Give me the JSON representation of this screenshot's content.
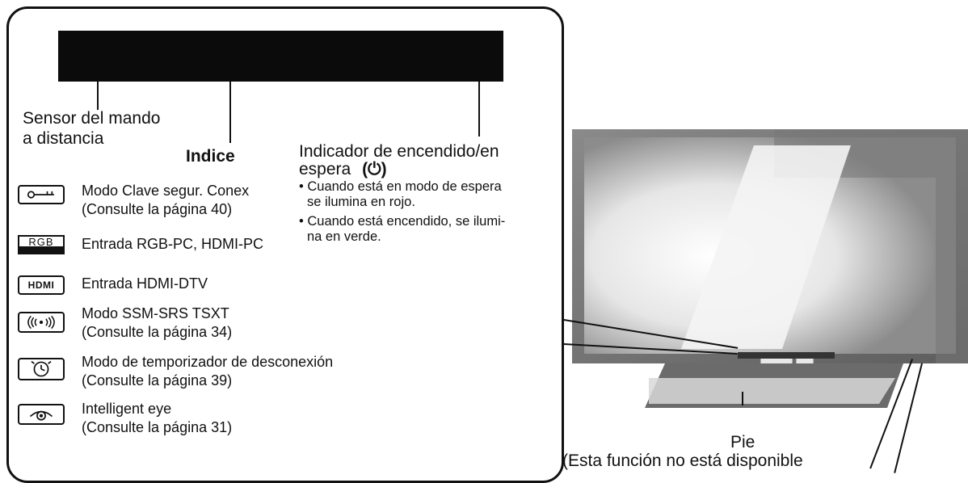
{
  "labels": {
    "remote_sensor_line1": "Sensor del mando",
    "remote_sensor_line2": "a distancia",
    "index_title": "Indice",
    "power_line1": "Indicador de encendido/en",
    "power_line2": "espera",
    "power_symbol": "(⏻)",
    "power_bullet1a": "• Cuando está en modo de espera",
    "power_bullet1b": "se ilumina en rojo.",
    "power_bullet2a": "• Cuando está encendido, se ilumi-",
    "power_bullet2b": "na en verde.",
    "stand_label": "Pie",
    "stand_note": "(Esta función no está disponible"
  },
  "index_items": [
    {
      "icon": "key-lock-icon",
      "line1": "Modo Clave segur. Conex",
      "line2": "(Consulte la página 40)"
    },
    {
      "icon": "rgb-icon",
      "icon_text": "RGB",
      "line1": "Entrada RGB-PC, HDMI-PC",
      "line2": ""
    },
    {
      "icon": "hdmi-icon",
      "icon_text": "HDMI",
      "line1": "Entrada HDMI-DTV",
      "line2": ""
    },
    {
      "icon": "ssm-srs-icon",
      "line1": "Modo SSM-SRS TSXT",
      "line2": "(Consulte la página 34)"
    },
    {
      "icon": "sleep-timer-icon",
      "line1": "Modo de temporizador de desconexión",
      "line2": "(Consulte la página 39)"
    },
    {
      "icon": "intelligent-eye-icon",
      "line1": "Intelligent eye",
      "line2": "(Consulte la página 31)"
    }
  ],
  "colors": {
    "ink": "#111111",
    "tv_bg": "#7d7d7d",
    "tv_light": "#f2f2f2"
  }
}
